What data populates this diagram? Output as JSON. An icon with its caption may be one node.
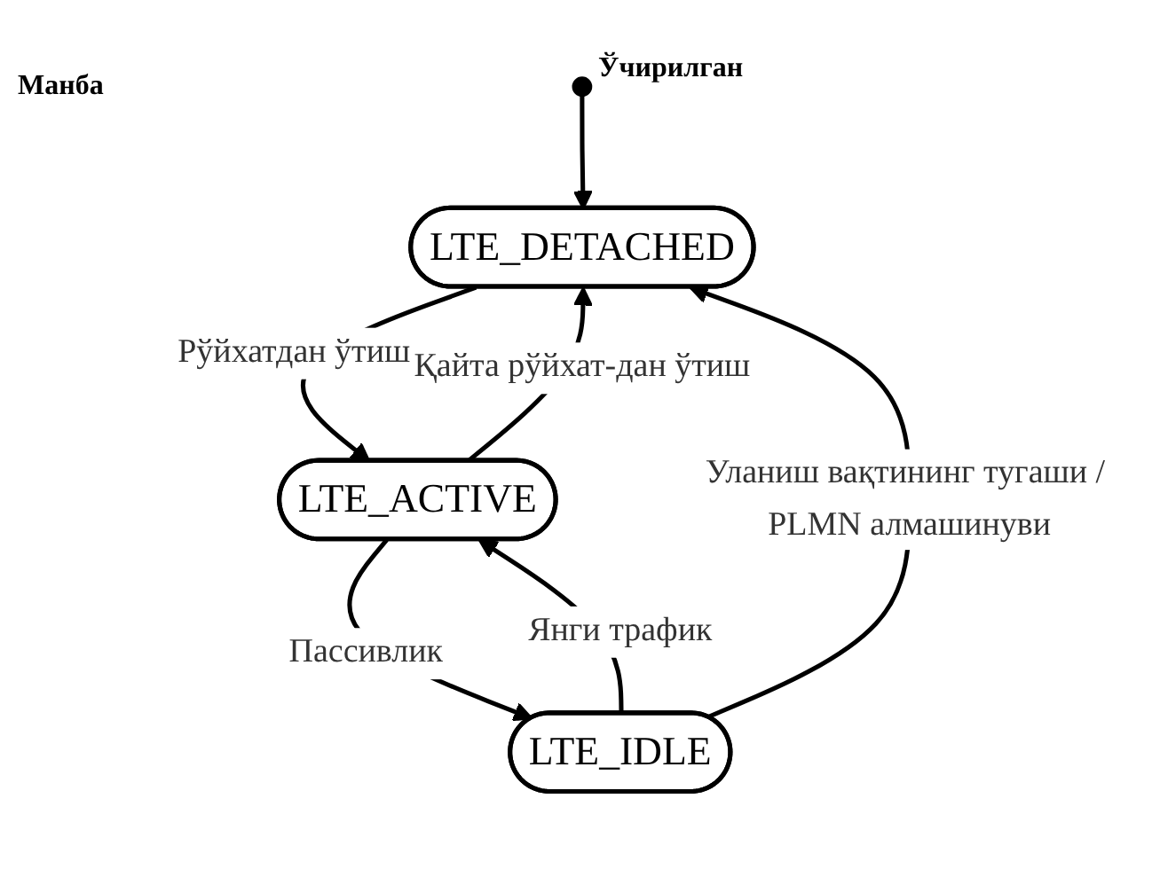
{
  "diagram": {
    "nodes": [
      {
        "text": [],
        "shape": "circle",
        "beside": [
          "Ўчирилган"
        ]
      },
      {
        "text": [
          "LTE_DETACHED"
        ]
      },
      {
        "text": [
          "LTE_ACTIVE"
        ]
      },
      {
        "text": [
          "LTE_IDLE"
        ]
      }
    ],
    "edges": [
      {
        "from": 0,
        "to": 1,
        "arrow": "to"
      },
      {
        "from": 1,
        "to": 2,
        "arrow": "to",
        "label": "Рўйхатдан ўтиш"
      },
      {
        "from": 2,
        "to": 1,
        "arrow": "to",
        "label": "Қайта рўйхат-дан ўтиш"
      },
      {
        "from": 2,
        "to": 3,
        "arrow": "to",
        "label": "Пассивлик"
      },
      {
        "from": 3,
        "to": 2,
        "arrow": "to",
        "label": "Янги трафик"
      },
      {
        "from": 3,
        "to": 1,
        "arrow": "to",
        "label": "Уланиш вақтининг тугаши / PLMN алмашинуви"
      }
    ],
    "labels": [
      "Манба"
    ]
  }
}
